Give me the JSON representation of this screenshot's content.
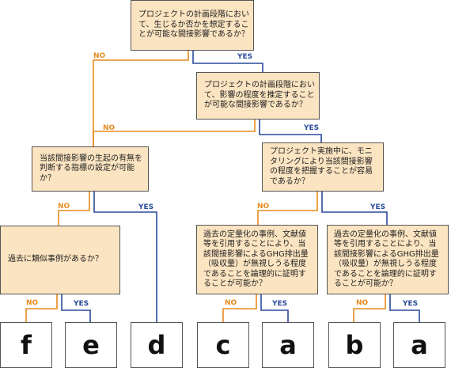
{
  "questions": {
    "q1": "プロジェクトの計画段階において、生じるか否かを想定することが可能な間接影響であるか？",
    "q2": "プロジェクトの計画段階において、影響の程度を推定することが可能な間接影響であるか？",
    "q3": "当該間接影響の生起の有無を判断する指標の設定が可能か？",
    "q4": "プロジェクト実施中に、モニタリングにより当該間接影響の程度を把握することが容易であるか？",
    "q5": "過去に類似事例があるか？",
    "q6": "過去の定量化の事例、文献値等を引用することにより、当該間接影響によるGHG排出量（吸収量）が無視しうる程度であることを論理的に証明することが可能か？",
    "q7": "過去の定量化の事例、文献値等を引用することにより、当該間接影響によるGHG排出量（吸収量）が無視しうる程度であることを論理的に証明することが可能か？"
  },
  "branch_labels": {
    "no": "NO",
    "yes": "YES"
  },
  "outcomes": [
    "f",
    "e",
    "d",
    "c",
    "a",
    "b",
    "a"
  ],
  "colors": {
    "no": "#e68a1e",
    "yes": "#2a4a9a",
    "box_fill": "#fbe4c1",
    "border": "#555555"
  }
}
